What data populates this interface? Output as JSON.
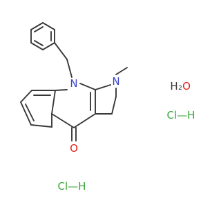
{
  "structure": {
    "atoms": {
      "n_ring": "N",
      "n_methyl": "N",
      "oxygen": "O"
    },
    "water": {
      "h": "H",
      "o": "O"
    },
    "hcl_right": "Cl—H",
    "hcl_bottom": "Cl—H"
  },
  "colors": {
    "bond": "#383838",
    "nitrogen": "#3c44c9",
    "oxygen": "#e3231a",
    "chlorine": "#3aa63a",
    "hydrogen": "#383838"
  }
}
